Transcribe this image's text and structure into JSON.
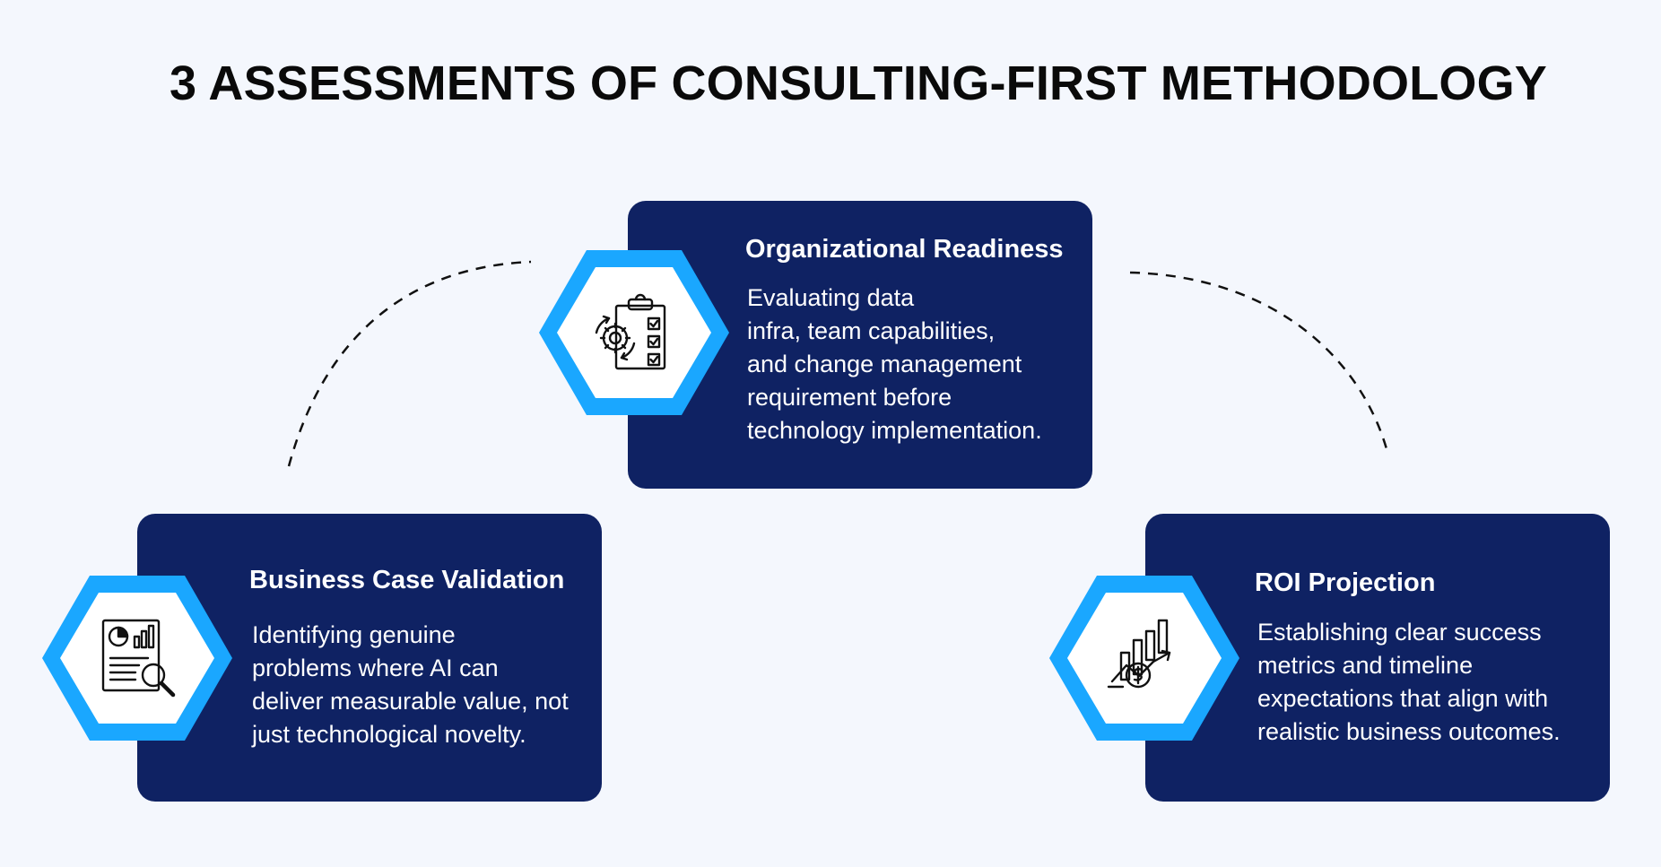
{
  "title": "3 ASSESSMENTS OF CONSULTING-FIRST METHODOLOGY",
  "colors": {
    "background": "#f4f7fd",
    "card": "#0f2263",
    "hexagon": "#1aa7ff",
    "text_on_card": "#ffffff",
    "title": "#0a0a0a"
  },
  "cards": [
    {
      "heading": "Organizational Readiness",
      "body_lines": [
        "Evaluating data",
        "infra, team capabilities,",
        "and change management",
        "requirement before",
        "technology implementation."
      ],
      "icon": "checklist-gear-icon"
    },
    {
      "heading": "Business Case Validation",
      "body_lines": [
        "Identifying genuine",
        "problems where AI can",
        "deliver measurable value, not",
        "just technological novelty."
      ],
      "icon": "report-magnifier-icon"
    },
    {
      "heading": "ROI Projection",
      "body_lines": [
        "Establishing clear success",
        "metrics and timeline",
        "expectations that align with",
        "realistic business outcomes."
      ],
      "icon": "growth-chart-dollar-icon"
    }
  ]
}
